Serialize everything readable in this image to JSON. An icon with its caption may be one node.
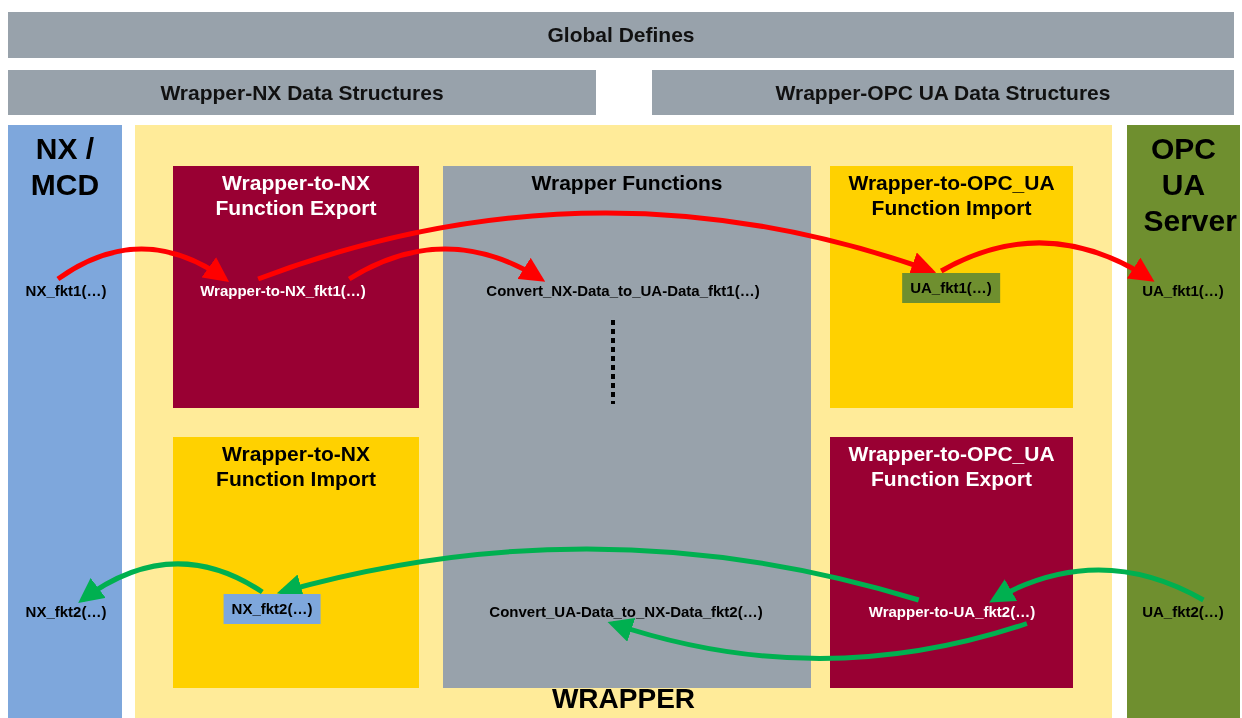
{
  "diagram": {
    "nodes": [
      {
        "text": [
          "Global Defines"
        ]
      },
      {
        "text": [
          "Wrapper-NX Data Structures"
        ]
      },
      {
        "text": [
          "Wrapper-OPC UA Data Structures"
        ]
      },
      {
        "text": [
          "NX / MCD"
        ]
      },
      {
        "text": [
          "NX_fkt1(…)"
        ],
        "in": 3
      },
      {
        "text": [
          "NX_fkt2(…)"
        ],
        "in": 3
      },
      {
        "text": [
          "WRAPPER"
        ]
      },
      {
        "text": [
          "Wrapper-to-NX Function Export"
        ],
        "in": 6
      },
      {
        "text": [
          "Wrapper-to-NX_fkt1(…)"
        ],
        "in": 7
      },
      {
        "text": [
          "Wrapper-to-NX Function Import"
        ],
        "in": 6
      },
      {
        "text": [
          "NX_fkt2(…)"
        ],
        "in": 9
      },
      {
        "text": [
          "Wrapper Functions"
        ],
        "in": 6
      },
      {
        "text": [
          "Convert_NX-Data_to_UA-Data_fkt1(…)"
        ],
        "in": 11
      },
      {
        "text": [
          "Convert_UA-Data_to_NX-Data_fkt2(…)"
        ],
        "in": 11
      },
      {
        "text": [
          "Wrapper-to-OPC_UA Function Import"
        ],
        "in": 6
      },
      {
        "text": [
          "UA_fkt1(…)"
        ],
        "in": 14
      },
      {
        "text": [
          "Wrapper-to-OPC_UA Function Export"
        ],
        "in": 6
      },
      {
        "text": [
          "Wrapper-to-UA_fkt2(…)"
        ],
        "in": 16
      },
      {
        "text": [
          "OPC UA Server"
        ]
      },
      {
        "text": [
          "UA_fkt1(…)"
        ],
        "in": 18
      },
      {
        "text": [
          "UA_fkt2(…)"
        ],
        "in": 18
      }
    ],
    "edges": [
      {
        "from": 4,
        "to": 8,
        "arrow": "to",
        "color": "#ff0000"
      },
      {
        "from": 8,
        "to": 15,
        "arrow": "to",
        "color": "#ff0000"
      },
      {
        "from": 8,
        "to": 12,
        "arrow": "to",
        "color": "#ff0000"
      },
      {
        "from": 15,
        "to": 19,
        "arrow": "to",
        "color": "#ff0000"
      },
      {
        "from": 20,
        "to": 17,
        "arrow": "to",
        "color": "#00b050"
      },
      {
        "from": 17,
        "to": 13,
        "arrow": "to",
        "color": "#00b050"
      },
      {
        "from": 17,
        "to": 10,
        "arrow": "to",
        "color": "#00b050"
      },
      {
        "from": 10,
        "to": 5,
        "arrow": "to",
        "color": "#00b050"
      }
    ]
  }
}
